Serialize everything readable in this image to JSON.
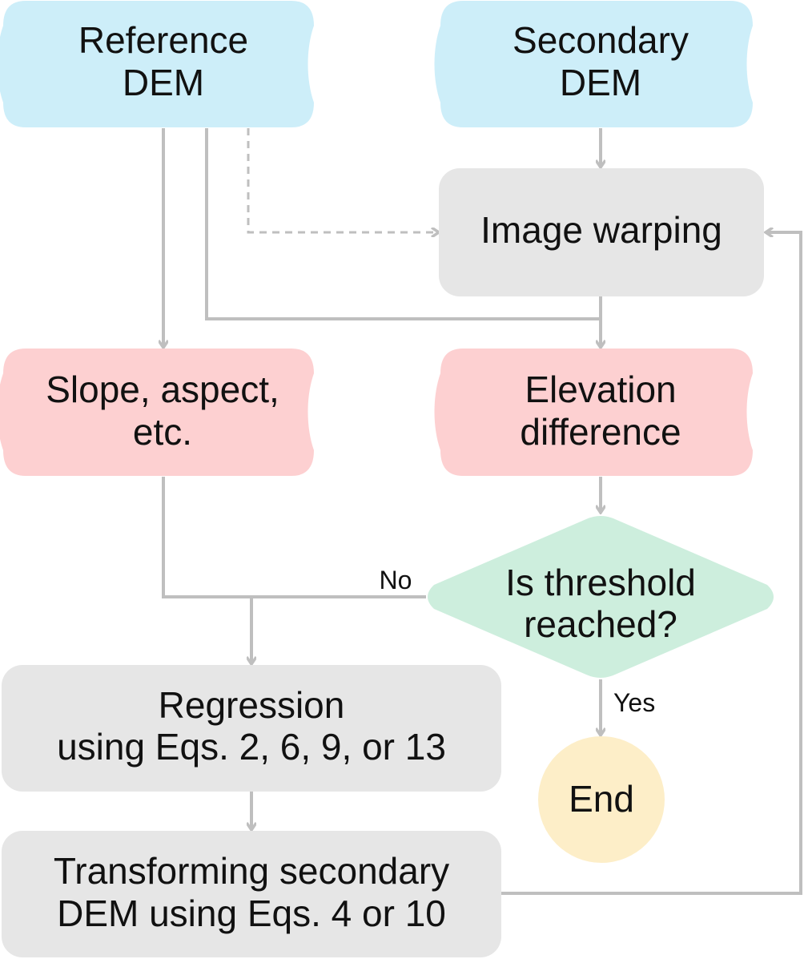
{
  "colors": {
    "data_node_blue": "#cdeef9",
    "derived_node_pink": "#fdd0d1",
    "process_node_gray": "#e6e6e6",
    "decision_node_green": "#cdeedd",
    "terminal_node_yellow": "#fdeec8",
    "connector_gray": "#bfbfbf",
    "text": "#111111"
  },
  "nodes": {
    "reference_dem": {
      "lines": [
        "Reference",
        "DEM"
      ]
    },
    "secondary_dem": {
      "lines": [
        "Secondary",
        "DEM"
      ]
    },
    "image_warping": {
      "lines": [
        "Image warping"
      ]
    },
    "slope_aspect": {
      "lines": [
        "Slope, aspect,",
        "etc."
      ]
    },
    "elevation_difference": {
      "lines": [
        "Elevation",
        "difference"
      ]
    },
    "threshold_decision": {
      "lines": [
        "Is threshold",
        "reached?"
      ]
    },
    "regression": {
      "lines": [
        "Regression",
        "using Eqs. 2, 6, 9, or 13"
      ]
    },
    "end": {
      "lines": [
        "End"
      ]
    },
    "transforming": {
      "lines": [
        "Transforming secondary",
        "DEM using Eqs. 4 or 10"
      ]
    }
  },
  "edge_labels": {
    "no": "No",
    "yes": "Yes"
  }
}
